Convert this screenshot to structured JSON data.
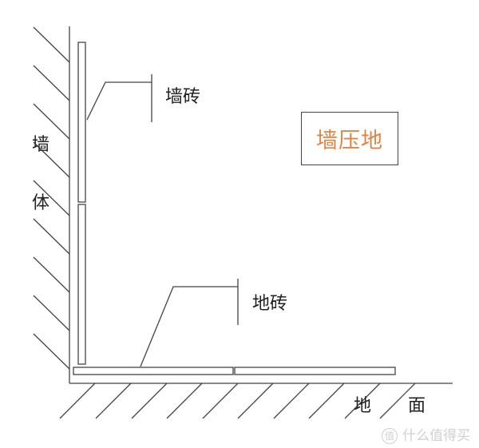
{
  "diagram": {
    "title_box": "墙压地",
    "labels": {
      "wall_tile": "墙砖",
      "floor_tile": "地砖",
      "wall_char1": "墙",
      "wall_char2": "体",
      "ground_char1": "地",
      "ground_char2": "面"
    },
    "colors": {
      "title": "#d9864a",
      "lines": "#444444"
    }
  },
  "watermark": {
    "icon": "值",
    "text": "什么值得买"
  }
}
